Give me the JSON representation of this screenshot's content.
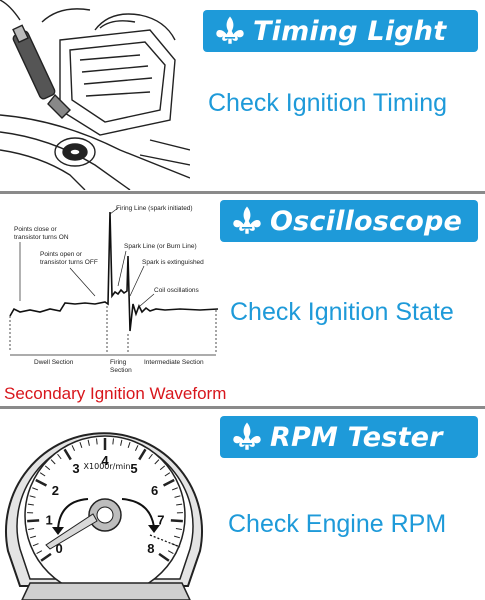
{
  "colors": {
    "accent": "#1e9ad9",
    "waveform_caption": "#d8161c",
    "divider": "#8a8a8a"
  },
  "panels": [
    {
      "icon": "fleur-de-lis-icon",
      "title": "Timing Light",
      "caption": "Check Ignition Timing"
    },
    {
      "icon": "fleur-de-lis-icon",
      "title": "Oscilloscope",
      "caption": "Check Ignition State"
    },
    {
      "icon": "fleur-de-lis-icon",
      "title": "RPM Tester",
      "caption": "Check Engine RPM"
    }
  ],
  "waveform": {
    "caption": "Secondary Ignition Waveform",
    "labels": {
      "points_close": "Points close or",
      "points_close_2": "transistor turns ON",
      "points_open": "Points open or",
      "points_open_2": "transistor turns OFF",
      "firing_line": "Firing Line (spark initiated)",
      "spark_line": "Spark Line (or Burn Line)",
      "spark_extinguished": "Spark is extinguished",
      "coil_oscillations": "Coil oscillations",
      "dwell_section": "Dwell Section",
      "firing_section": "Firing",
      "firing_section_2": "Section",
      "intermediate_section": "Intermediate Section"
    }
  },
  "gauge": {
    "unit": "X1000r/min",
    "ticks": [
      "0",
      "1",
      "2",
      "3",
      "4",
      "5",
      "6",
      "7",
      "8"
    ]
  }
}
